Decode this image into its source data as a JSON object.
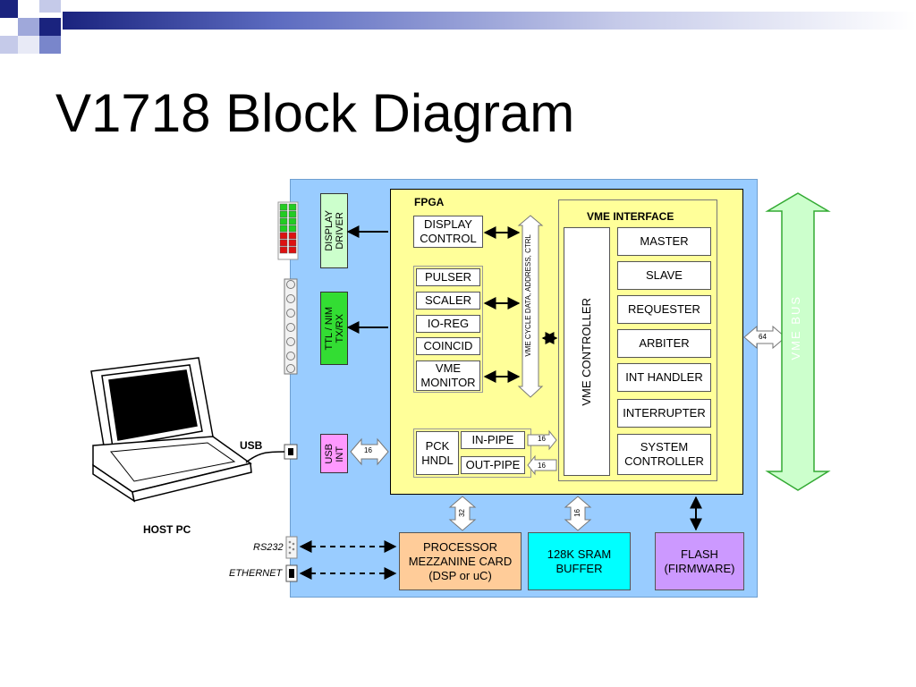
{
  "title": "V1718 Block Diagram",
  "colors": {
    "panel": "#99ccff",
    "fpga": "#ffff99",
    "display_driver": "#ccffcc",
    "ttl_nim": "#33dd33",
    "usb_int": "#ff99ff",
    "mezzanine": "#ffcc99",
    "sram": "#00ffff",
    "flash": "#cc99ff",
    "vme_bus": "#ccffcc",
    "led_green": "#22cc22",
    "led_red": "#dd1111"
  },
  "host": {
    "label": "HOST PC",
    "usb_label": "USB"
  },
  "ports": {
    "rs232": "RS232",
    "ethernet": "ETHERNET"
  },
  "left_column": {
    "display_driver": "DISPLAY\nDRIVER",
    "ttl_nim": "TTL / NIM\nTX/RX",
    "usb_int": "USB\nINT"
  },
  "fpga": {
    "label": "FPGA",
    "display_control": "DISPLAY\nCONTROL",
    "blocks": [
      "PULSER",
      "SCALER",
      "IO-REG",
      "COINCID",
      "VME\nMONITOR"
    ],
    "vme_cycle": "VME CYCLE DATA, ADDRESS, CTRL",
    "pck_hndl": "PCK\nHNDL",
    "in_pipe": "IN-PIPE",
    "out_pipe": "OUT-PIPE",
    "vme_interface": {
      "label": "VME INTERFACE",
      "controller": "VME CONTROLLER",
      "blocks": [
        "MASTER",
        "SLAVE",
        "REQUESTER",
        "ARBITER",
        "INT HANDLER",
        "INTERRUPTER",
        "SYSTEM\nCONTROLLER"
      ]
    }
  },
  "bottom": {
    "mezzanine": "PROCESSOR\nMEZZANINE CARD\n(DSP or uC)",
    "sram": "128K SRAM\nBUFFER",
    "flash": "FLASH\n(FIRMWARE)"
  },
  "vme_bus": "VME BUS",
  "bus_widths": {
    "usb": "16",
    "in_pipe": "16",
    "out_pipe": "16",
    "vme_bus": "64",
    "mezzanine": "32",
    "sram": "16"
  }
}
